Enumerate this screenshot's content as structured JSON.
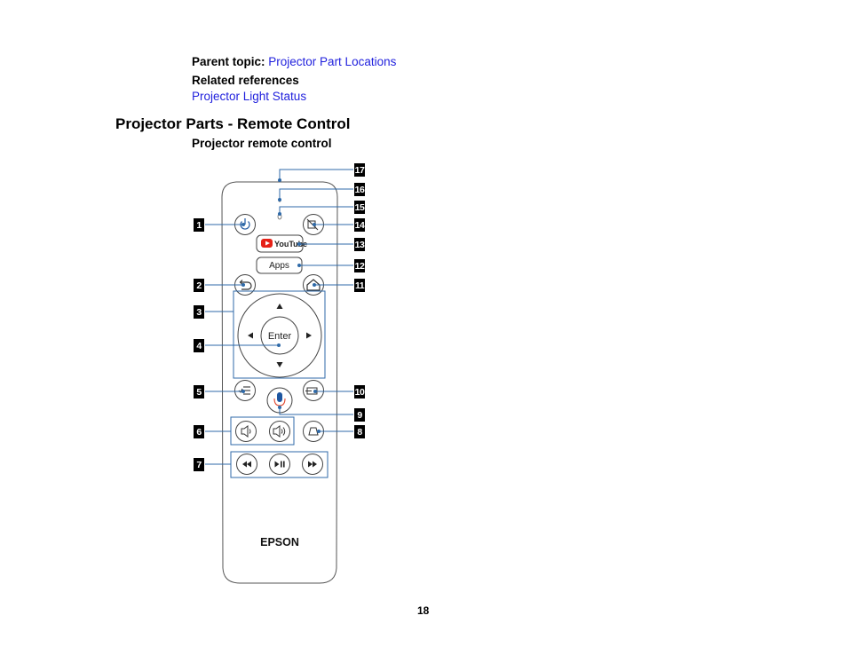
{
  "parent_topic": {
    "label": "Parent topic:",
    "link": "Projector Part Locations"
  },
  "related": {
    "heading": "Related references",
    "link": "Projector Light Status"
  },
  "section_title": "Projector Parts - Remote Control",
  "figure_caption": "Projector remote control",
  "remote": {
    "brand": "EPSON",
    "youtube_label": "YouTube",
    "apps_label": "Apps",
    "enter_label": "Enter",
    "callouts": [
      "1",
      "2",
      "3",
      "4",
      "5",
      "6",
      "7",
      "8",
      "9",
      "10",
      "11",
      "12",
      "13",
      "14",
      "15",
      "16",
      "17"
    ],
    "icons": [
      "power-icon",
      "back-icon",
      "home-icon",
      "menu-list-icon",
      "input-source-icon",
      "microphone-icon",
      "volume-down-icon",
      "volume-up-icon",
      "keystone-icon",
      "rewind-icon",
      "play-pause-icon",
      "fast-forward-icon",
      "av-mute-icon",
      "youtube-logo-icon"
    ],
    "accent_color": "#1e56a0",
    "callout_line_color": "#2f6aa8"
  },
  "page_number": "18"
}
